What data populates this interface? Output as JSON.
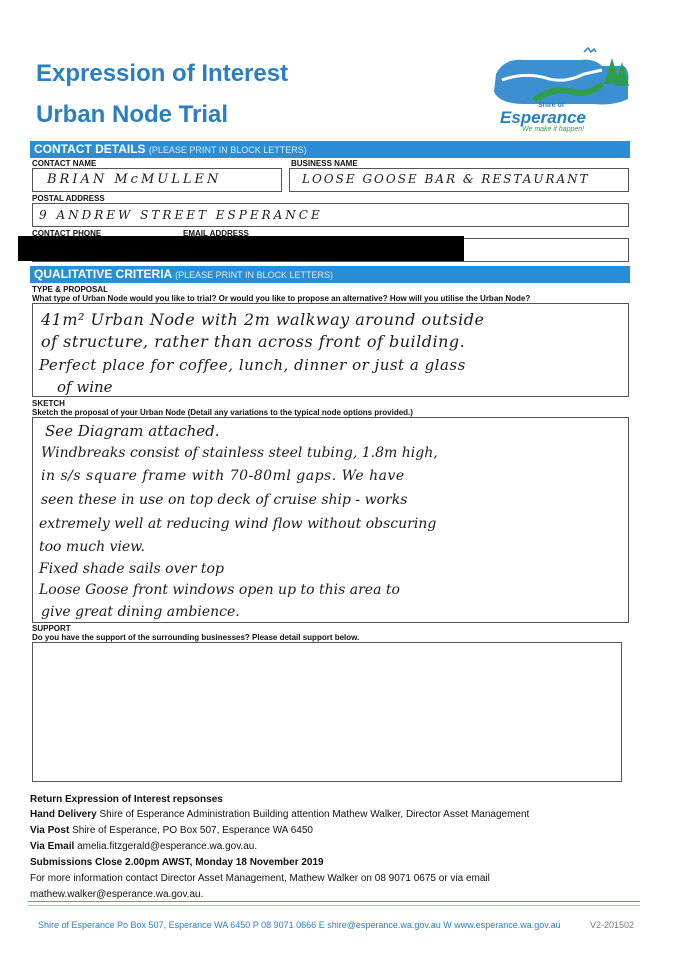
{
  "header": {
    "title": "Expression of Interest",
    "subtitle": "Urban Node Trial",
    "logo": {
      "top_text": "Shire of",
      "name": "Esperance",
      "tagline": "We make it happen!"
    }
  },
  "contact": {
    "section_title": "CONTACT DETAILS",
    "section_note": "(PLEASE PRINT IN BLOCK LETTERS)",
    "contact_name_label": "CONTACT NAME",
    "contact_name_value": "BRIAN McMULLEN",
    "business_name_label": "BUSINESS NAME",
    "business_name_value": "LOOSE GOOSE BAR & RESTAURANT",
    "postal_label": "POSTAL ADDRESS",
    "postal_value": "9 ANDREW STREET ESPERANCE",
    "phone_label": "CONTACT PHONE",
    "email_label": "EMAIL ADDRESS"
  },
  "qualitative": {
    "section_title": "QUALITATIVE CRITERIA",
    "section_note": "(PLEASE PRINT IN BLOCK LETTERS)",
    "type_label": "TYPE & PROPOSAL",
    "type_question": "What type of Urban Node would you like to trial? Or would you like to propose an alternative? How will you utilise the Urban Node?",
    "type_lines": [
      "41m² Urban Node with 2m walkway around outside",
      "of structure, rather than across front of building.",
      "Perfect place for coffee, lunch, dinner or just a glass",
      "of wine"
    ],
    "sketch_label": "SKETCH",
    "sketch_question": "Sketch the proposal of your Urban Node (Detail any variations to the typical node options provided.)",
    "sketch_lines": [
      "See Diagram attached.",
      "Windbreaks consist of stainless steel tubing, 1.8m high,",
      "in s/s square frame with 70-80ml gaps. We have",
      "seen these in use on top deck of cruise ship - works",
      "extremely well at reducing wind flow without obscuring",
      "too much view.",
      "Fixed shade sails over top",
      "Loose Goose front windows open up to this area to",
      "give great dining ambience."
    ],
    "support_label": "SUPPORT",
    "support_question": "Do you have the support of the surrounding businesses? Please detail support below."
  },
  "footer": {
    "return_heading": "Return Expression of Interest repsonses",
    "hand_label": "Hand Delivery",
    "hand_text": "Shire of Esperance Administration Building attention Mathew Walker, Director Asset Management",
    "post_label": "Via Post",
    "post_text": "Shire of Esperance, PO Box 507, Esperance WA 6450",
    "email_label": "Via Email",
    "email_text": "amelia.fitzgerald@esperance.wa.gov.au.",
    "close_text": "Submissions Close 2.00pm AWST, Monday 18 November 2019",
    "more_info": "For more information contact Director Asset Management, Mathew Walker on 08 9071 0675 or via email",
    "more_email": "mathew.walker@esperance.wa.gov.au.",
    "bottom_address": "Shire of Esperance  Po Box 507, Esperance WA 6450  P 08 9071 0666  E shire@esperance.wa.gov.au  W www.esperance.wa.gov.au",
    "version": "V2-201502"
  },
  "colors": {
    "brand_blue": "#2a7fc1",
    "bar_blue": "#2a8ed6",
    "logo_green": "#2f9e4a"
  }
}
